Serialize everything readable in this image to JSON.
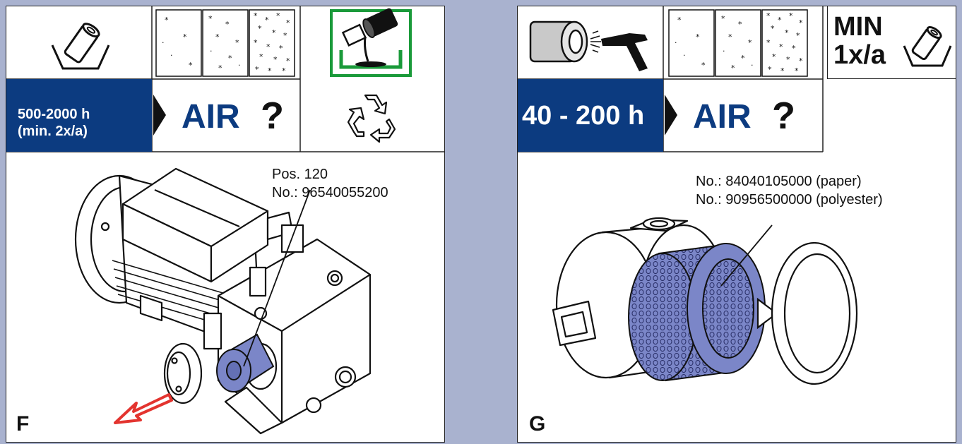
{
  "panel_f": {
    "letter": "F",
    "interval_line1": "500-2000 h",
    "interval_line2": "(min. 2x/a)",
    "air_label": "AIR",
    "question_mark": "?",
    "part_pos": "Pos. 120",
    "part_no": "No.: 96540055200",
    "icons": [
      "filter-cartridge-icon",
      "dust-level-icon",
      "oil-disposal-icon",
      "recycle-icon",
      "pump-illustration",
      "exit-arrow-icon"
    ],
    "colors": {
      "accent": "#0c3b80",
      "highlight": "#7b86c8",
      "disposal_tray": "#1a9a3a",
      "arrow": "#e3342f"
    }
  },
  "panel_g": {
    "letter": "G",
    "interval_label": "40 - 200 h",
    "air_label": "AIR",
    "question_mark": "?",
    "min_line1": "MIN",
    "min_line2": "1x/a",
    "part_no_paper": "No.: 84040105000 (paper)",
    "part_no_polyester": "No.: 90956500000 (polyester)",
    "icons": [
      "filter-blow-out-icon",
      "dust-level-icon",
      "filter-cartridge-icon",
      "air-filter-illustration"
    ],
    "colors": {
      "accent": "#0c3b80",
      "highlight": "#7b86c8"
    }
  }
}
